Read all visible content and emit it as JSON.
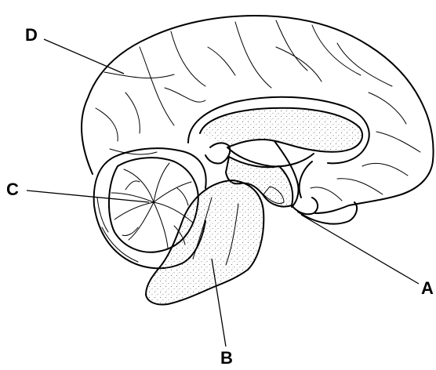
{
  "labels": {
    "a": "A",
    "b": "B",
    "c": "C",
    "d": "D"
  },
  "colors": {
    "ink": "#000000",
    "background": "#ffffff",
    "stipple": "#555555"
  }
}
